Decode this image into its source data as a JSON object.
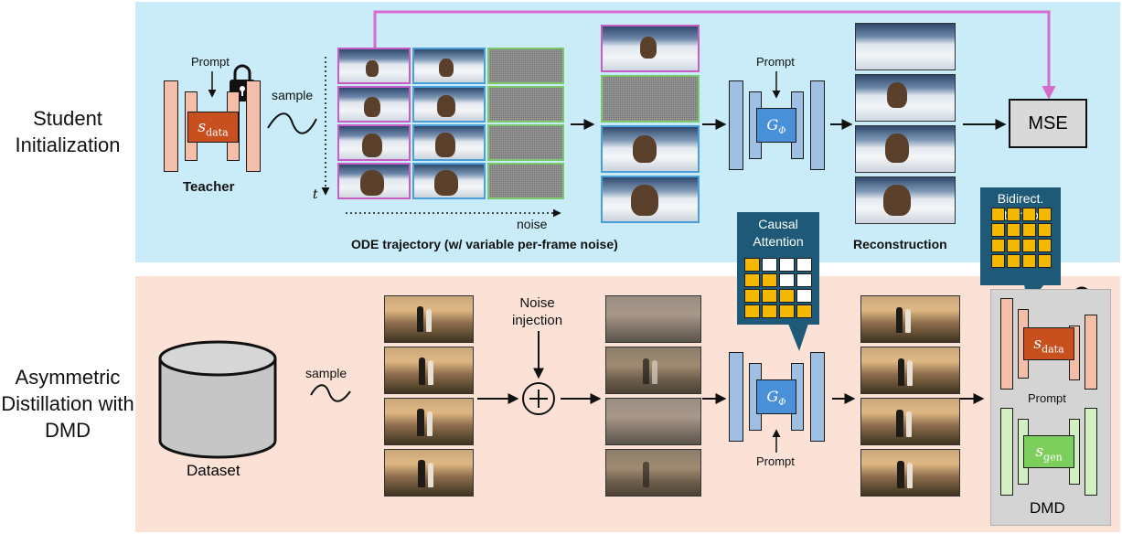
{
  "sections": {
    "top_label": "Student\nInitialization",
    "bottom_label": "Asymmetric\nDistillation\nwith DMD"
  },
  "teacher": {
    "prompt": "Prompt",
    "inner": "s",
    "inner_sub": "data",
    "label": "Teacher"
  },
  "top_flow": {
    "sample": "sample",
    "t_axis": "t",
    "noise_axis": "noise",
    "ode_caption": "ODE trajectory (w/ variable per-frame noise)",
    "generator_prompt": "Prompt",
    "generator": "G",
    "generator_sub": "Φ",
    "reconstruction": "Reconstruction",
    "loss": "MSE"
  },
  "bottom_flow": {
    "dataset": "Dataset",
    "sample": "sample",
    "noise_injection": "Noise\ninjection",
    "generator": "G",
    "generator_sub": "Φ",
    "generator_prompt": "Prompt"
  },
  "callouts": {
    "causal": "Causal\nAttention",
    "bidirect": "Bidirect.\nAttention",
    "causal_mask": [
      [
        1,
        0,
        0,
        0
      ],
      [
        1,
        1,
        0,
        0
      ],
      [
        1,
        1,
        1,
        0
      ],
      [
        1,
        1,
        1,
        1
      ]
    ],
    "bidirect_mask": [
      [
        1,
        1,
        1,
        1
      ],
      [
        1,
        1,
        1,
        1
      ],
      [
        1,
        1,
        1,
        1
      ],
      [
        1,
        1,
        1,
        1
      ]
    ]
  },
  "dmd": {
    "data_score": "s",
    "data_score_sub": "data",
    "prompt": "Prompt",
    "gen_score": "s",
    "gen_score_sub": "gen",
    "label": "DMD"
  },
  "colors": {
    "top_panel": "#c9ecf8",
    "bottom_panel": "#fbe1d6",
    "teacher_block": "#f4bfa8",
    "teacher_score": "#c8501e",
    "generator_block": "#9fbfe3",
    "generator_core": "#4a90d9",
    "gen_score_block": "#d3f0c2",
    "gen_score_core": "#7ccf5c",
    "feedback_arrow": "#d86bd0",
    "callout": "#1e5a78",
    "attention_cell": "#f5b800"
  }
}
